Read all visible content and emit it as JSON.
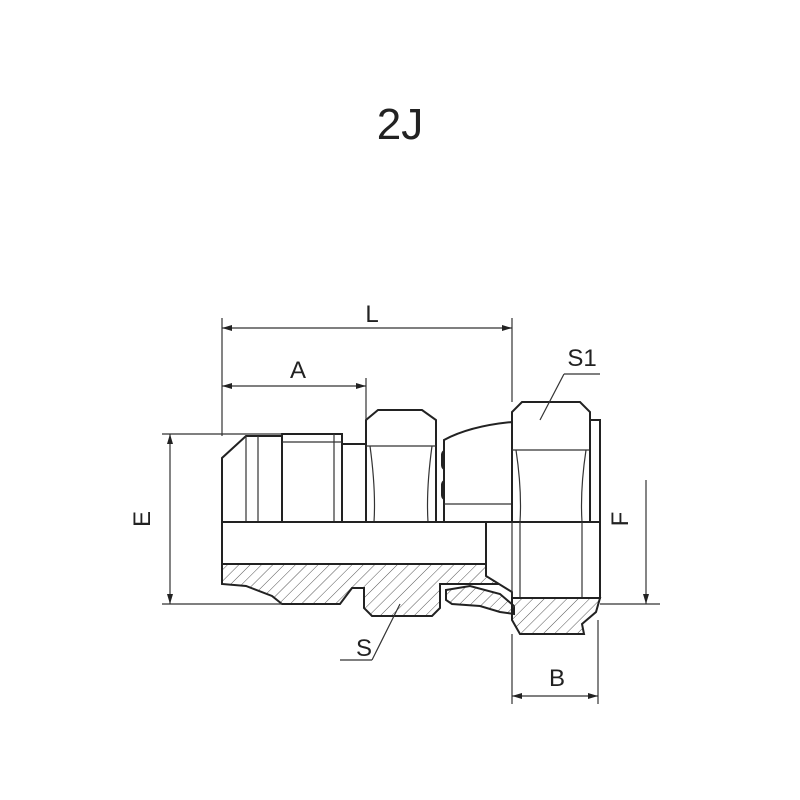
{
  "title": "2J",
  "dimensions": {
    "L": "L",
    "A": "A",
    "E": "E",
    "F": "F",
    "S": "S",
    "S1": "S1",
    "B": "B"
  }
}
